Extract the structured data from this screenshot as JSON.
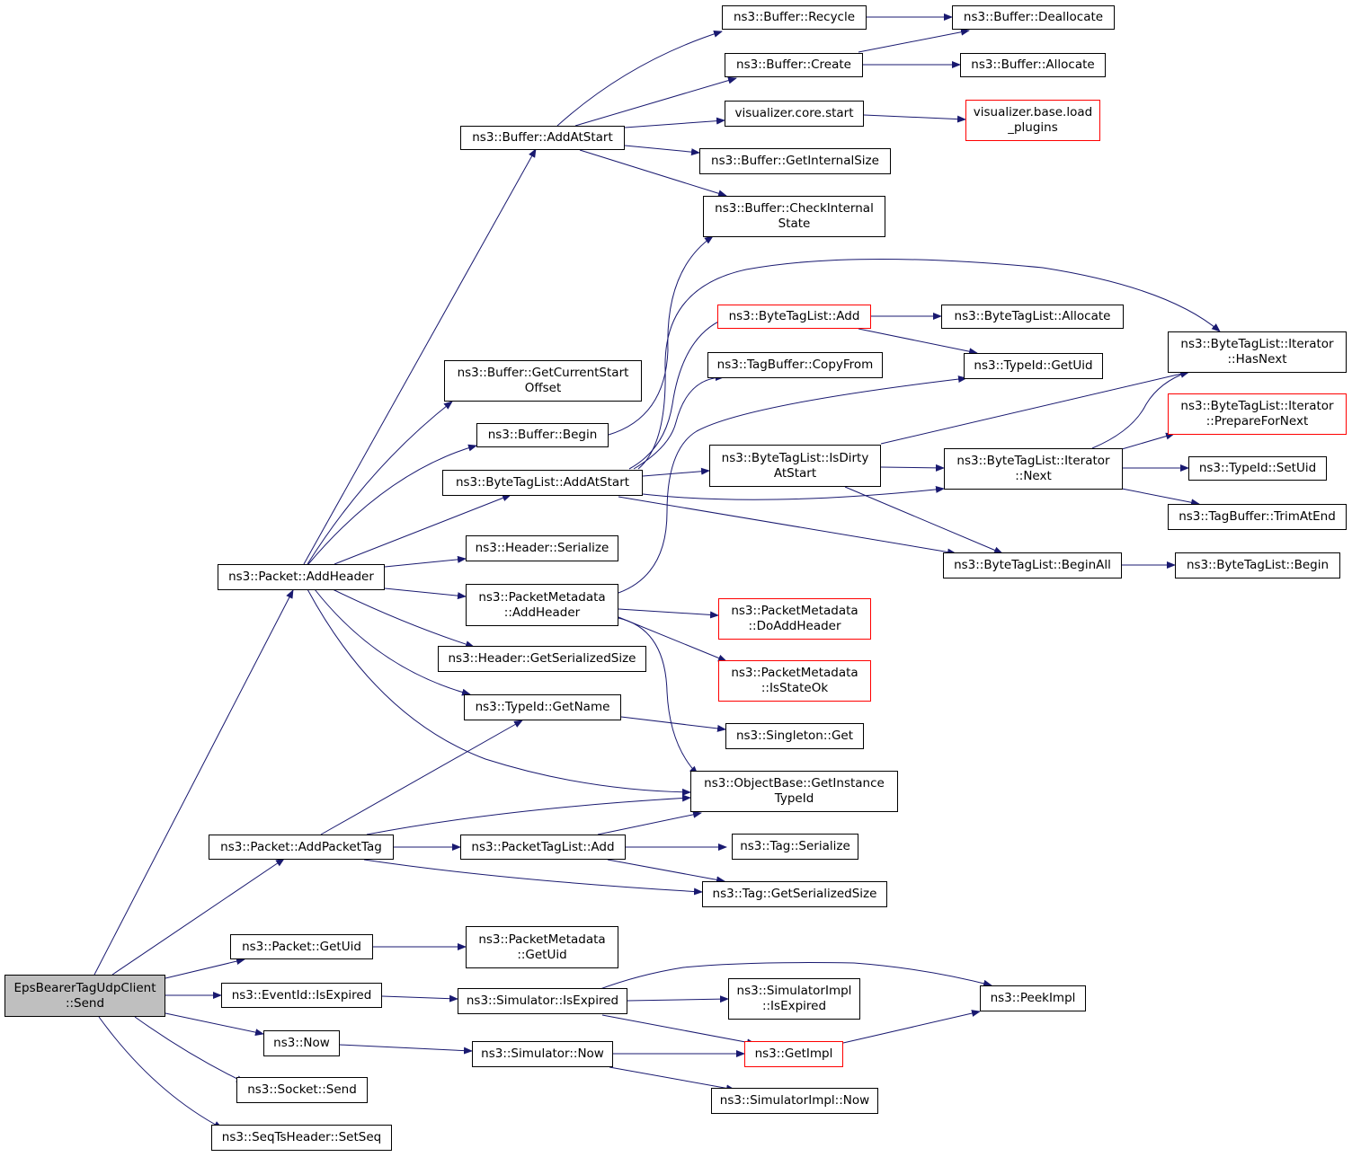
{
  "root": {
    "line1": "EpsBearerTagUdpClient",
    "line2": "::Send"
  },
  "nodes": {
    "buffer_recycle": {
      "line1": "ns3::Buffer::Recycle"
    },
    "buffer_deallocate": {
      "line1": "ns3::Buffer::Deallocate"
    },
    "buffer_create": {
      "line1": "ns3::Buffer::Create"
    },
    "buffer_allocate": {
      "line1": "ns3::Buffer::Allocate"
    },
    "viz_core_start": {
      "line1": "visualizer.core.start"
    },
    "viz_base_load_plugins": {
      "line1": "visualizer.base.load",
      "line2": "_plugins"
    },
    "buffer_addatstart": {
      "line1": "ns3::Buffer::AddAtStart"
    },
    "buffer_getinternalsize": {
      "line1": "ns3::Buffer::GetInternalSize"
    },
    "buffer_checkinternalstate": {
      "line1": "ns3::Buffer::CheckInternal",
      "line2": "State"
    },
    "bytetaglist_add": {
      "line1": "ns3::ByteTagList::Add"
    },
    "bytetaglist_allocate": {
      "line1": "ns3::ByteTagList::Allocate"
    },
    "bytetaglist_iterator_hasnext": {
      "line1": "ns3::ByteTagList::Iterator",
      "line2": "::HasNext"
    },
    "buffer_getcurrentstartoffset": {
      "line1": "ns3::Buffer::GetCurrentStart",
      "line2": "Offset"
    },
    "tagbuffer_copyfrom": {
      "line1": "ns3::TagBuffer::CopyFrom"
    },
    "typeid_getuid": {
      "line1": "ns3::TypeId::GetUid"
    },
    "bytetaglist_iterator_preparefornext": {
      "line1": "ns3::ByteTagList::Iterator",
      "line2": "::PrepareForNext"
    },
    "buffer_begin": {
      "line1": "ns3::Buffer::Begin"
    },
    "bytetaglist_isdirtyatstart": {
      "line1": "ns3::ByteTagList::IsDirty",
      "line2": "AtStart"
    },
    "bytetaglist_iterator_next": {
      "line1": "ns3::ByteTagList::Iterator",
      "line2": "::Next"
    },
    "typeid_setuid": {
      "line1": "ns3::TypeId::SetUid"
    },
    "bytetaglist_addatstart": {
      "line1": "ns3::ByteTagList::AddAtStart"
    },
    "tagbuffer_trimatend": {
      "line1": "ns3::TagBuffer::TrimAtEnd"
    },
    "header_serialize": {
      "line1": "ns3::Header::Serialize"
    },
    "bytetaglist_beginall": {
      "line1": "ns3::ByteTagList::BeginAll"
    },
    "bytetaglist_begin": {
      "line1": "ns3::ByteTagList::Begin"
    },
    "packet_addheader": {
      "line1": "ns3::Packet::AddHeader"
    },
    "packetmetadata_addheader": {
      "line1": "ns3::PacketMetadata",
      "line2": "::AddHeader"
    },
    "packetmetadata_doaddheader": {
      "line1": "ns3::PacketMetadata",
      "line2": "::DoAddHeader"
    },
    "header_getserializedsize": {
      "line1": "ns3::Header::GetSerializedSize"
    },
    "packetmetadata_isstateok": {
      "line1": "ns3::PacketMetadata",
      "line2": "::IsStateOk"
    },
    "typeid_getname": {
      "line1": "ns3::TypeId::GetName"
    },
    "singleton_get": {
      "line1": "ns3::Singleton::Get"
    },
    "objectbase_getinstancetypeid": {
      "line1": "ns3::ObjectBase::GetInstance",
      "line2": "TypeId"
    },
    "packet_addpackettag": {
      "line1": "ns3::Packet::AddPacketTag"
    },
    "packettaglist_add": {
      "line1": "ns3::PacketTagList::Add"
    },
    "tag_serialize": {
      "line1": "ns3::Tag::Serialize"
    },
    "tag_getserializedsize": {
      "line1": "ns3::Tag::GetSerializedSize"
    },
    "packet_getuid": {
      "line1": "ns3::Packet::GetUid"
    },
    "packetmetadata_getuid": {
      "line1": "ns3::PacketMetadata",
      "line2": "::GetUid"
    },
    "eventid_isexpired": {
      "line1": "ns3::EventId::IsExpired"
    },
    "simulator_isexpired": {
      "line1": "ns3::Simulator::IsExpired"
    },
    "simulatorimpl_isexpired": {
      "line1": "ns3::SimulatorImpl",
      "line2": "::IsExpired"
    },
    "peekimpl": {
      "line1": "ns3::PeekImpl"
    },
    "now": {
      "line1": "ns3::Now"
    },
    "simulator_now": {
      "line1": "ns3::Simulator::Now"
    },
    "getimpl": {
      "line1": "ns3::GetImpl"
    },
    "socket_send": {
      "line1": "ns3::Socket::Send"
    },
    "simulatorimpl_now": {
      "line1": "ns3::SimulatorImpl::Now"
    },
    "seqtsheader_setseq": {
      "line1": "ns3::SeqTsHeader::SetSeq"
    }
  },
  "colors": {
    "edge": "#191970",
    "root_fill": "#bfbfbf",
    "node_border": "#000000",
    "truncated_border": "#ff0000"
  }
}
